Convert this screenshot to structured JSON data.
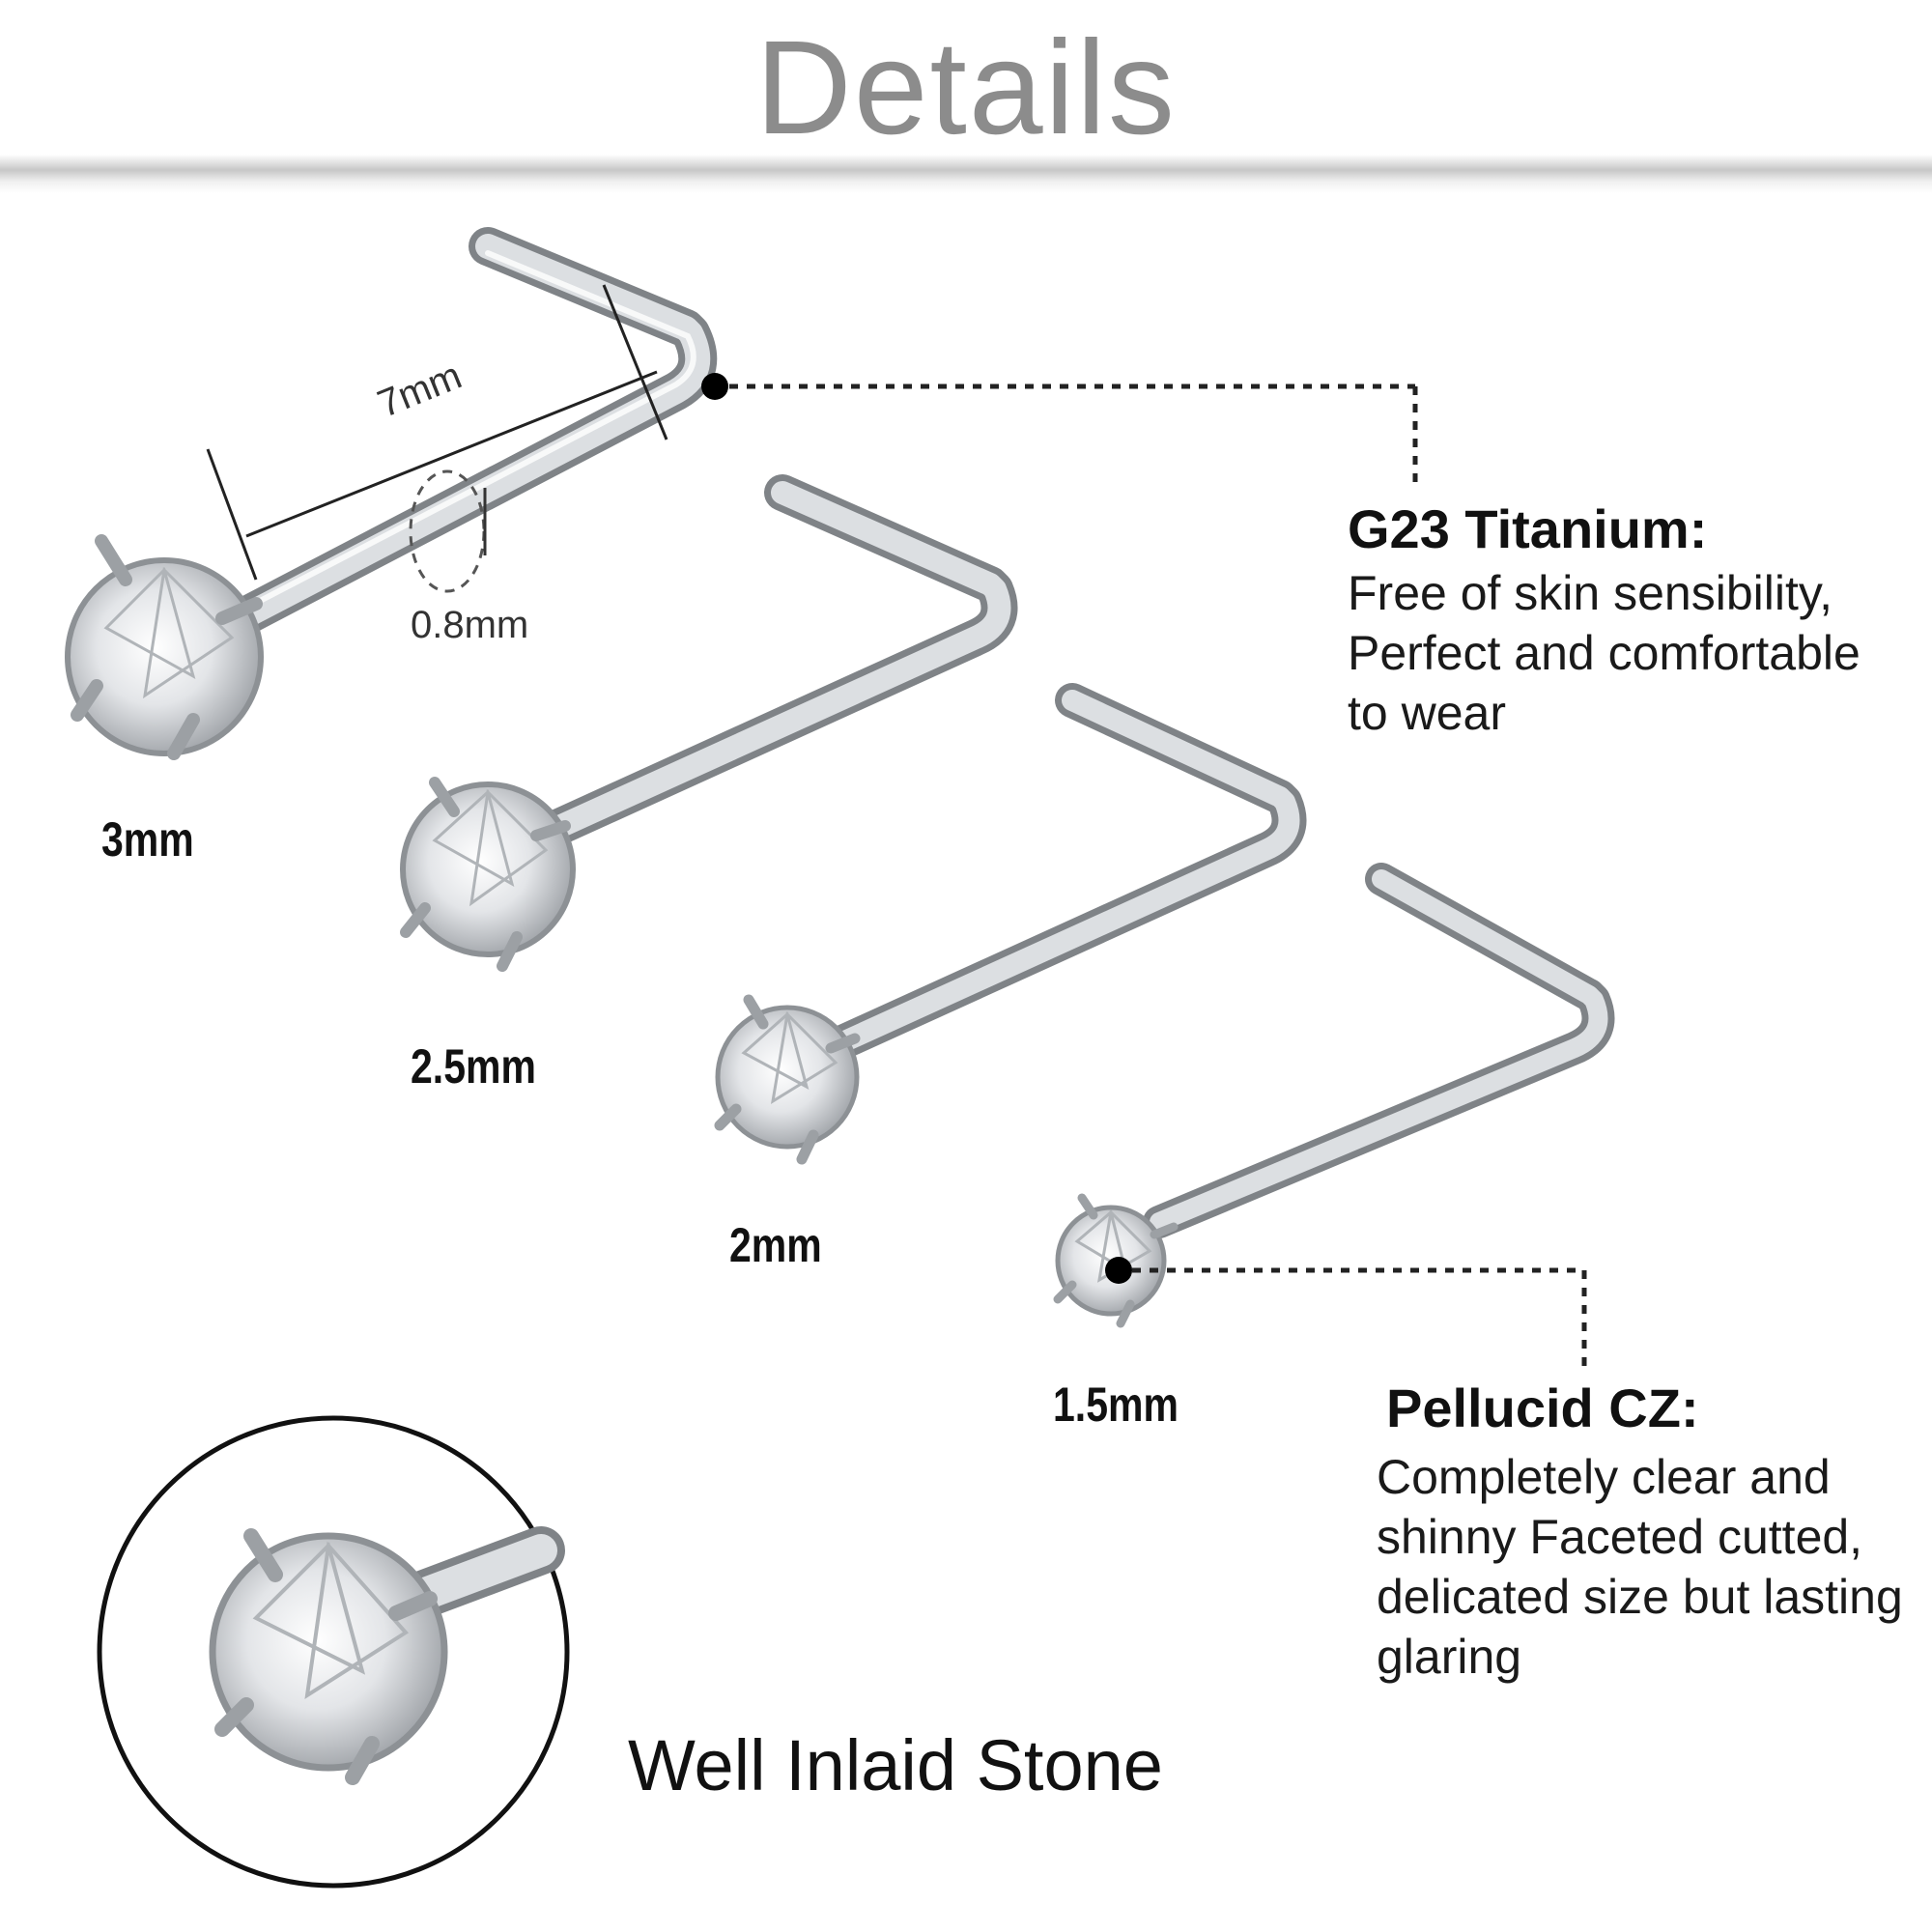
{
  "title": "Details",
  "sizes": [
    "3mm",
    "2.5mm",
    "2mm",
    "1.5mm"
  ],
  "dimensions": {
    "length": "7mm",
    "gauge": "0.8mm"
  },
  "features": [
    {
      "title": "G23 Titanium:",
      "lines": [
        "Free of skin sensibility,",
        "Perfect and comfortable",
        "to wear"
      ]
    },
    {
      "title": "Pellucid CZ:",
      "lines": [
        "Completely clear and",
        "shinny Faceted cutted,",
        "delicated size but lasting",
        "glaring"
      ]
    }
  ],
  "detail_caption": "Well Inlaid Stone",
  "colors": {
    "title": "#8c8c8c",
    "metal": "#c9ccd0",
    "text": "#111111"
  }
}
